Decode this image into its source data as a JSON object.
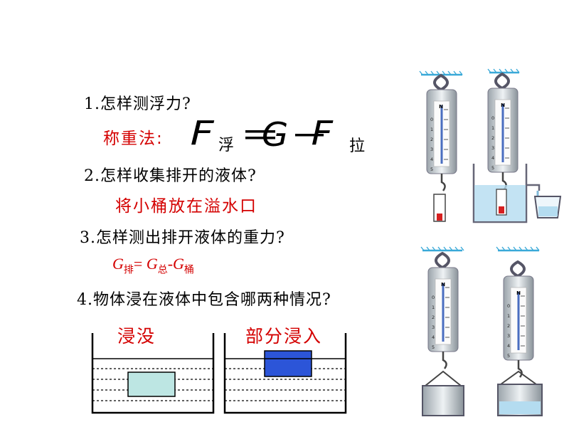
{
  "questions": {
    "q1": "1.怎样测浮力?",
    "a1_label": "称重法:",
    "q2": "2.怎样收集排开的液体?",
    "a2": "将小桶放在溢水口",
    "q3": "3.怎样测出排开液体的重力?",
    "a3": {
      "g1": "G",
      "s1": "排",
      "eq": "= ",
      "g2": "G",
      "s2": "总",
      "minus": "-",
      "g3": "G",
      "s3": "桶"
    },
    "q4": "4.物体浸在液体中包含哪两种情况?"
  },
  "formula": {
    "F": "F",
    "fu": "浮",
    "eq": "=",
    "G": "G",
    "minus": "−",
    "F2": "F",
    "la": "拉"
  },
  "cases": {
    "submerged": "浸没",
    "partial": "部分浸入"
  },
  "scale": {
    "top_letter": "N",
    "ticks": [
      "0",
      "1",
      "2",
      "3",
      "4",
      "5"
    ]
  },
  "colors": {
    "red": "#d40000",
    "water": "#b4dcf0",
    "block_light": "#bde6e3",
    "block_blue": "#2c55d8",
    "ceiling": "#3aa9d8"
  }
}
